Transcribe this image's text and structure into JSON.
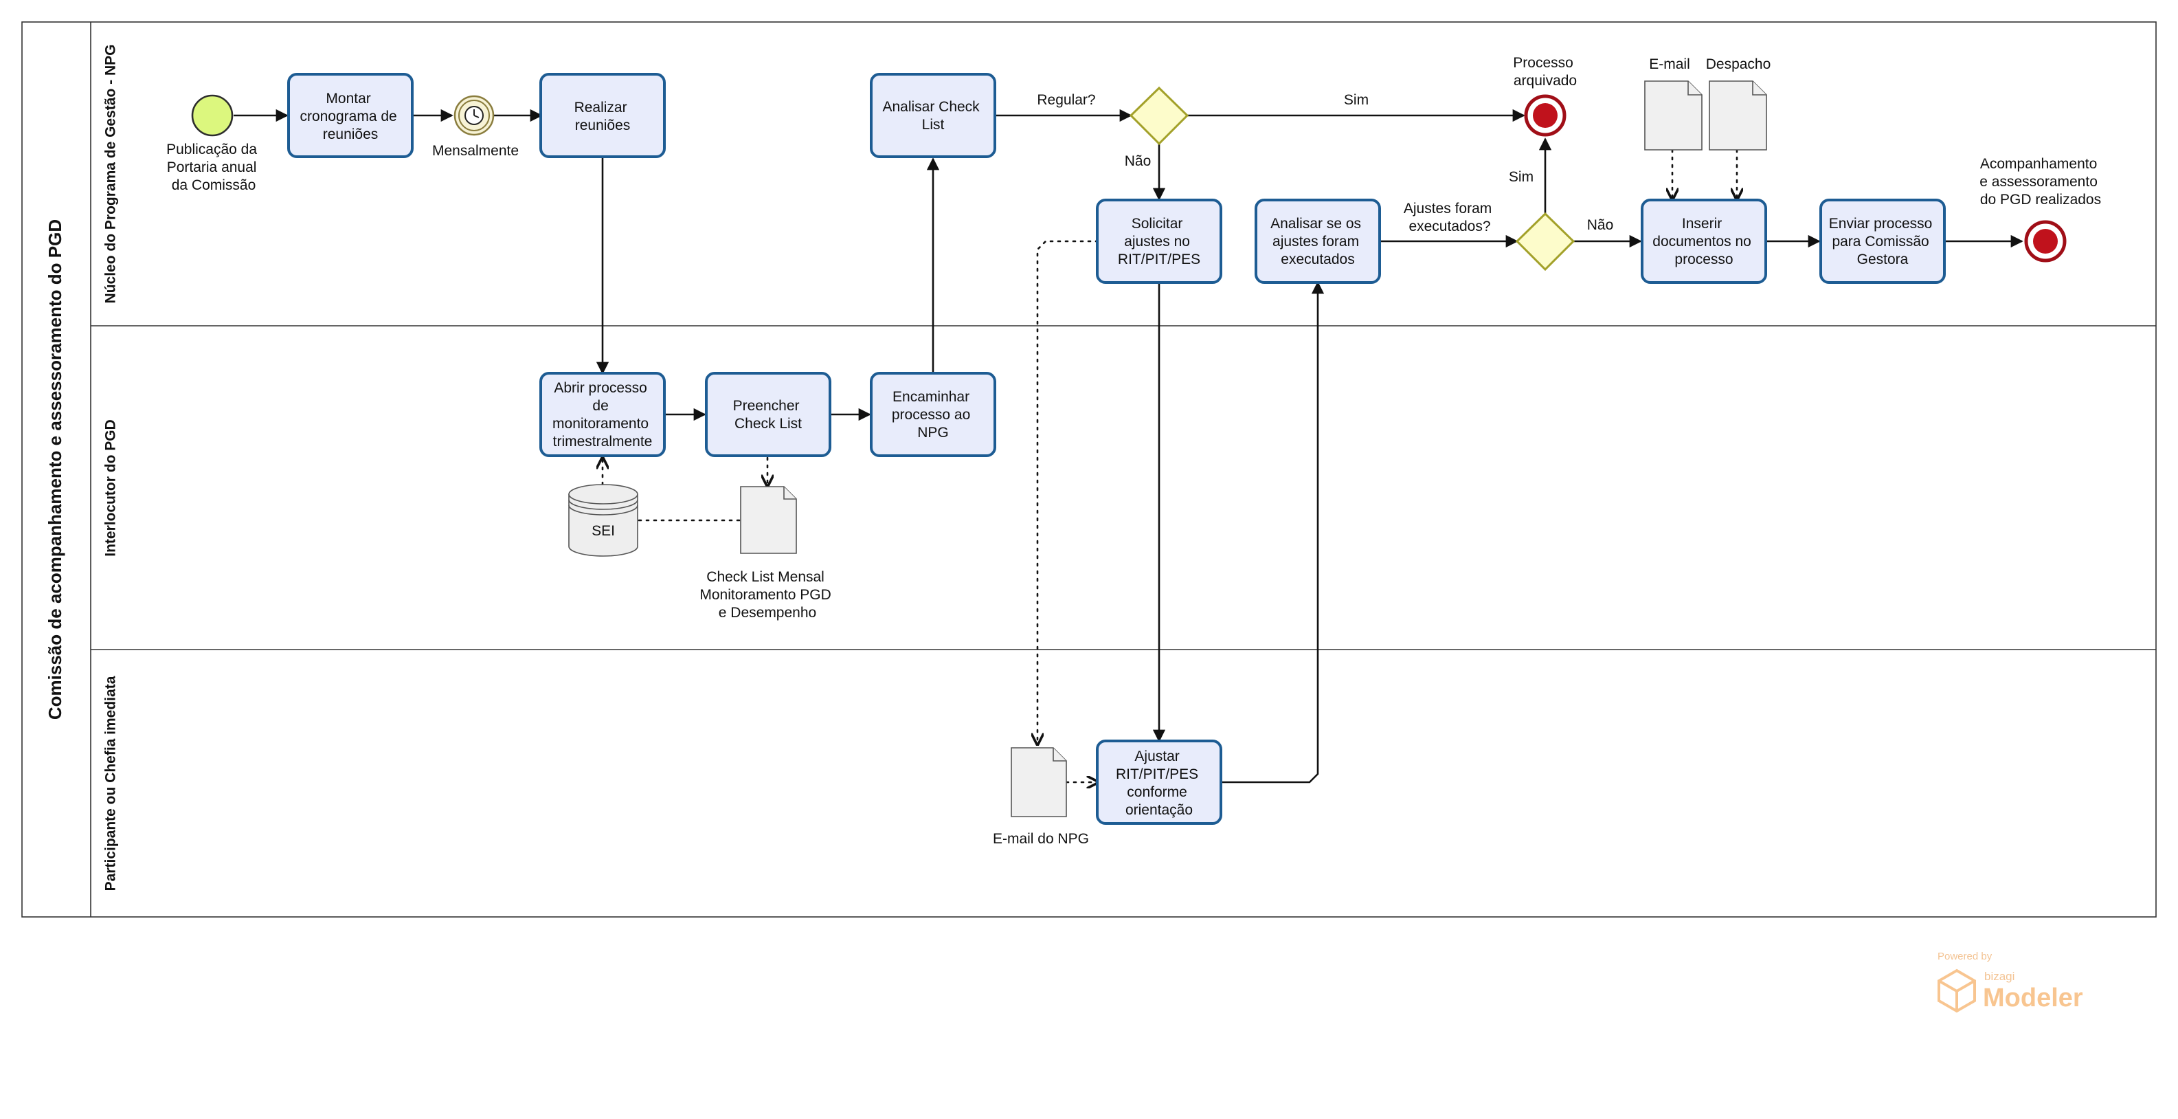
{
  "pool": {
    "title": "Comissão de acompanhamento e assessoramento do PGD"
  },
  "lanes": [
    {
      "title": "Núcleo do Programa de Gestão - NPG"
    },
    {
      "title": "Interlocutor do PGD"
    },
    {
      "title": "Participante ou Chefia imediata"
    }
  ],
  "events": {
    "start": {
      "label": [
        "Publicação da",
        "Portaria anual",
        "da Comissão"
      ]
    },
    "timer": {
      "label": [
        "Mensalmente"
      ]
    },
    "end_archived": {
      "label": [
        "Processo",
        "arquivado"
      ]
    },
    "end_final": {
      "label": [
        "Acompanhamento",
        "e assessoramento",
        "do PGD realizados"
      ]
    }
  },
  "tasks": {
    "montar": {
      "label": [
        "Montar",
        "cronograma de",
        "reuniões"
      ]
    },
    "realizar": {
      "label": [
        "Realizar",
        "reuniões"
      ]
    },
    "analisar_check": {
      "label": [
        "Analisar Check",
        "List"
      ]
    },
    "solicitar": {
      "label": [
        "Solicitar",
        "ajustes no",
        "RIT/PIT/PES"
      ]
    },
    "analisar_ajustes": {
      "label": [
        "Analisar se os",
        "ajustes foram",
        "executados"
      ]
    },
    "inserir": {
      "label": [
        "Inserir",
        "documentos no",
        "processo"
      ]
    },
    "enviar": {
      "label": [
        "Enviar processo",
        "para Comissão",
        "Gestora"
      ]
    },
    "abrir": {
      "label": [
        "Abrir processo",
        "de",
        "monitoramento",
        "trimestralmente"
      ]
    },
    "preencher": {
      "label": [
        "Preencher",
        "Check List"
      ]
    },
    "encaminhar": {
      "label": [
        "Encaminhar",
        "processo ao",
        "NPG"
      ]
    },
    "ajustar": {
      "label": [
        "Ajustar",
        "RIT/PIT/PES",
        "conforme",
        "orientação"
      ]
    }
  },
  "gateways": {
    "regular": {
      "question": "Regular?"
    },
    "ajustes": {
      "question": [
        "Ajustes foram",
        "executados?"
      ]
    }
  },
  "flow_labels": {
    "sim_top": "Sim",
    "nao_regular": "Não",
    "sim_ajustes": "Sim",
    "nao_ajustes": "Não"
  },
  "artifacts": {
    "email_doc": {
      "label": "E-mail"
    },
    "despacho_doc": {
      "label": "Despacho"
    },
    "sei_store": {
      "label": "SEI"
    },
    "checklist_doc": {
      "label": [
        "Check List Mensal",
        "Monitoramento PGD",
        "e Desempenho"
      ]
    },
    "email_npg_doc": {
      "label": "E-mail do NPG"
    }
  },
  "watermark": {
    "powered": "Powered by",
    "brand": "bizagi",
    "product": "Modeler"
  },
  "colors": {
    "task_fill": "#e8ecfb",
    "task_border": "#1d5c93",
    "start_fill": "#dcf77e",
    "end_fill": "#c0121c",
    "gateway_fill": "#fdfccb",
    "watermark": "#f6c48c"
  }
}
